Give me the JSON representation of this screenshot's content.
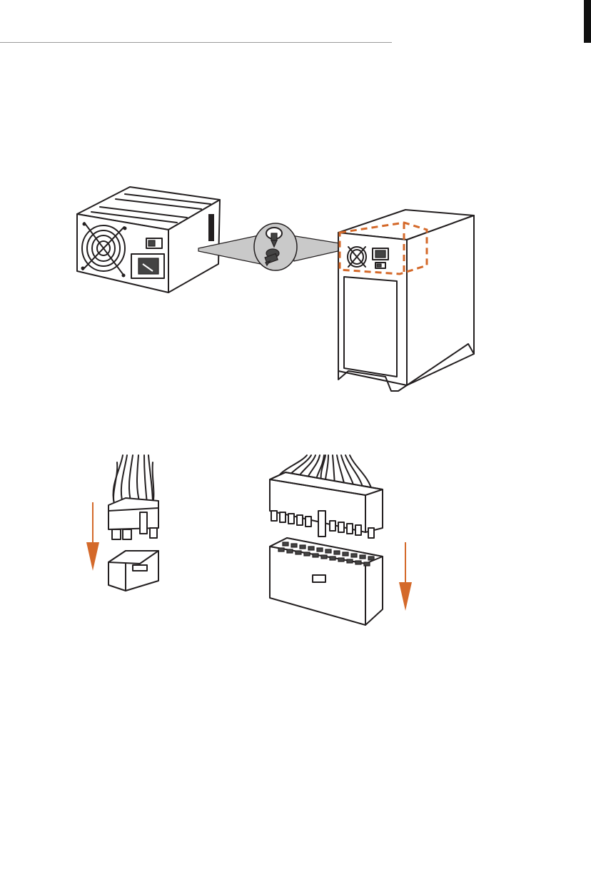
{
  "page": {
    "accent_color": "#d4692a",
    "line_color": "#231f20",
    "fill_light": "#ffffff",
    "fill_gray": "#c8c8c8",
    "fill_dark": "#555555"
  },
  "figures": [
    {
      "name": "psu-installation",
      "items": [
        "psu-unit",
        "screw-callout",
        "pc-case",
        "psu-bay-highlight"
      ]
    },
    {
      "name": "power-connectors",
      "items": [
        "8-pin-cpu-connector",
        "24-pin-atx-connector",
        "insert-arrow-left",
        "insert-arrow-right"
      ]
    }
  ]
}
